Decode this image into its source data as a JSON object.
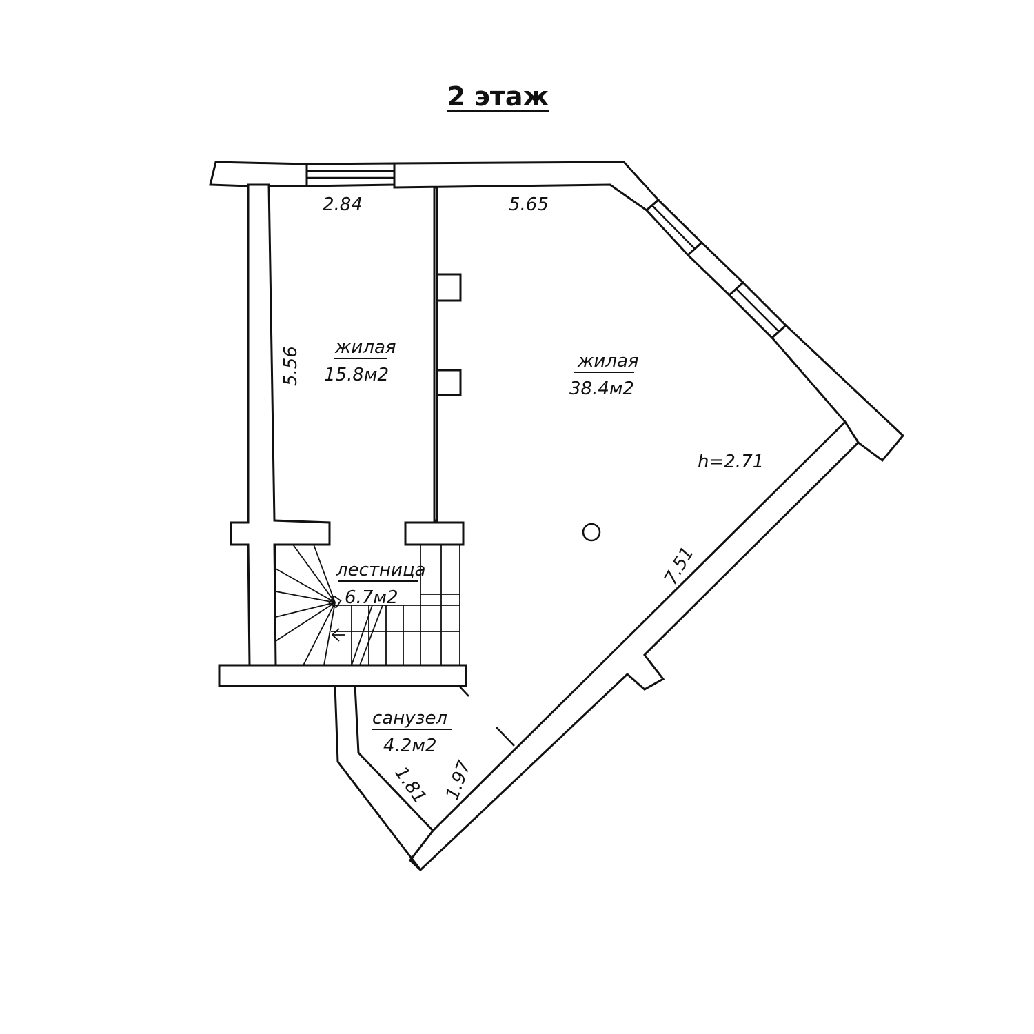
{
  "title": "2 этаж",
  "rooms": [
    {
      "name": "жилая",
      "area": "15.8м2"
    },
    {
      "name": "жилая",
      "area": "38.4м2"
    },
    {
      "name": "лестница",
      "area": "6.7м2"
    },
    {
      "name": "санузел",
      "area": "4.2м2"
    }
  ],
  "dimensions": {
    "left_top_width": "2.84",
    "right_top_width": "5.65",
    "left_height": "5.56",
    "diagonal": "7.51",
    "bath_side_a": "1.81",
    "bath_side_b": "1.97"
  },
  "ceiling_height": "h=2.71"
}
